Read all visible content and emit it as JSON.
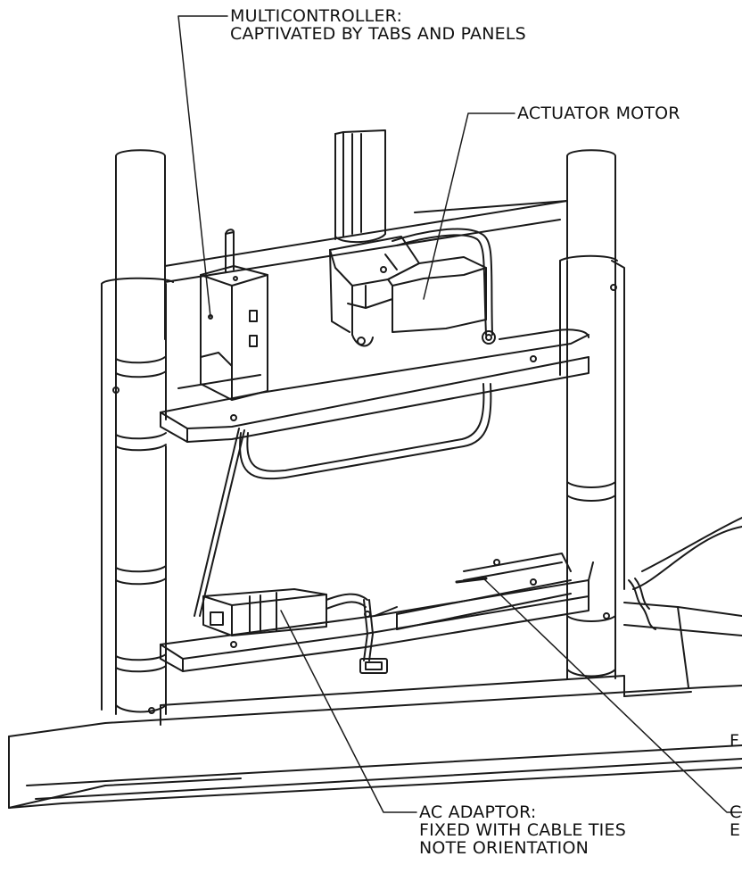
{
  "callouts": {
    "multicontroller": {
      "line1": "MULTICONTROLLER:",
      "line2": "CAPTIVATED BY TABS AND PANELS"
    },
    "actuator_motor": {
      "line1": "ACTUATOR MOTOR"
    },
    "ac_adaptor": {
      "line1": "AC ADAPTOR:",
      "line2": "FIXED WITH CABLE TIES",
      "line3": "NOTE ORIENTATION"
    },
    "right_fragment": {
      "line1": "F"
    },
    "bottom_right_fragment": {
      "line1": "C",
      "line2": "E"
    }
  }
}
